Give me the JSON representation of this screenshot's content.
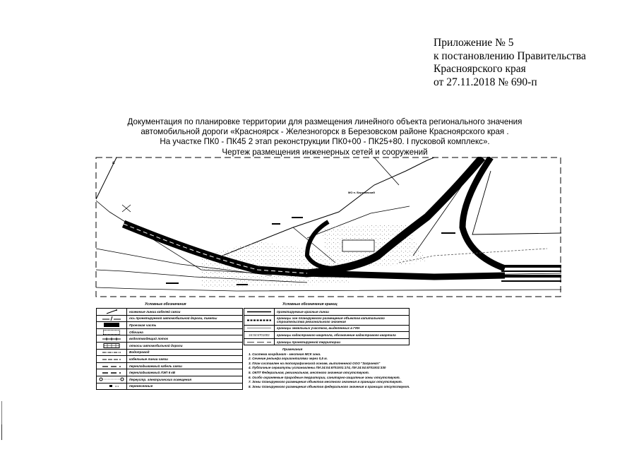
{
  "appendix": {
    "line1": "Приложение № 5",
    "line2": "к постановлению Правительства",
    "line3": "Красноярского края",
    "line4": "от 27.11.2018 № 690-п"
  },
  "title": {
    "line1": "Документация по планировке территории для размещения линейного объекта регионального значения",
    "line2": "автомобильной дороги «Красноярск - Железногорск в Березовском районе Красноярского края .",
    "line3": "На участке ПК0 - ПК45 2 этап реконструкции ПК0+00 - ПК25+80. I пусковой комплекс».",
    "line4": "Чертеж размещения инженерных сетей и сооружений"
  },
  "map": {
    "labels": {
      "settlement": "МО п. Березовский",
      "north_marker": "а"
    },
    "colors": {
      "ink": "#000000",
      "paper": "#ffffff",
      "hatch": "#8a8a8a"
    }
  },
  "legend": {
    "left_caption": "Условные обозначения",
    "right_caption": "Условные обозначения границ",
    "left_rows": [
      {
        "symbol": "pole-line",
        "label": "наземные линии кабелей связи"
      },
      {
        "symbol": "crossing",
        "label": "ось проектируемой автомобильной дороги, пикеты"
      },
      {
        "symbol": "black-fill",
        "label": "Проезжая часть"
      },
      {
        "symbol": "dotted-box",
        "label": "Обочина"
      },
      {
        "symbol": "ticked-line",
        "label": "водоотводящий лоток"
      },
      {
        "symbol": "grid-box",
        "label": "откосы автомобильной дороги"
      },
      {
        "symbol": "dash-dot",
        "label": "Водопровод"
      },
      {
        "symbol": "long-dash",
        "label": "кабельные линии связи"
      },
      {
        "symbol": "dash-gap",
        "label": "перекладываемый кабель связи"
      },
      {
        "symbol": "dash-gap-2",
        "label": "перекладываемый ЛЭП 6 кВ"
      },
      {
        "symbol": "light-poles",
        "label": "Переустр. электрических освещения"
      },
      {
        "symbol": "dot-small",
        "label": "перенесенные"
      }
    ],
    "right_rows": [
      {
        "symbol": "solid-line",
        "label": "проектируемые красные линии"
      },
      {
        "symbol": "dashed-heavy",
        "label": "границы зон планируемого размещения объектов капитального строительства регионального значения"
      },
      {
        "symbol": "thin-line",
        "label": "границы земельных участков, выделенных в ГКН"
      },
      {
        "symbol": "cadastral",
        "symbol_text": "24:04:6701002",
        "label": "границы кадастрового квартала, обозначение кадастрового квартала"
      },
      {
        "symbol": "dash-long",
        "label": "границы проектируемой территории"
      }
    ],
    "notes_title": "Примечания",
    "notes": [
      "1. Система координат - местная МСК зона.",
      "2. Сечение рельефа горизонталями через 0,5 м.",
      "3. План составлен на топографической основе, выполненной ООО \"Запроект\"",
      "4. Публичные сервитуты установлены ПИ 24:04:6701001:174, ПИ 24:04:6701002:330",
      "5. ОКПТ Федеральная, региональная, местного значения отсутствуют.",
      "6. Особо охраняемые природные территории, санитарно-защитные зоны отсутствуют.",
      "7. Зоны планируемого размещения объектов местного значения в границах отсутствуют.",
      "8. Зоны планируемого размещения объектов федерального значения в границах отсутствуют."
    ]
  }
}
